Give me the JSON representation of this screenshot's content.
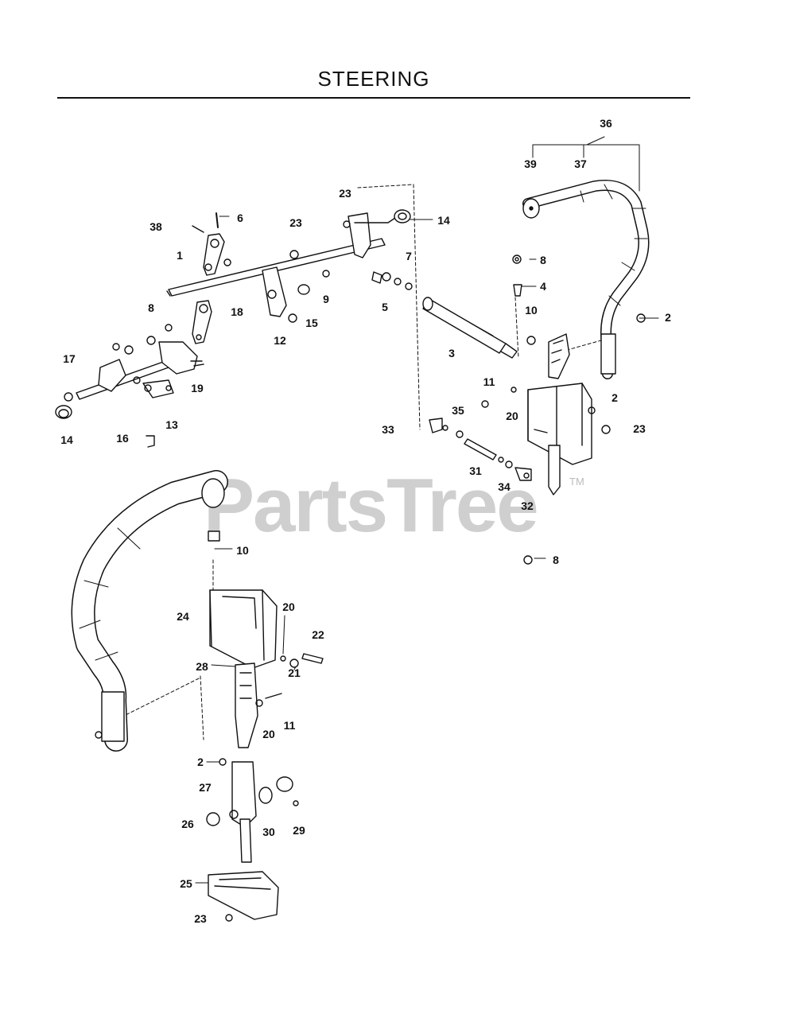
{
  "title": "STEERING",
  "watermark": {
    "text": "PartsTree",
    "tm": "TM"
  },
  "callouts": [
    "36",
    "39",
    "37",
    "23",
    "6",
    "38",
    "23",
    "14",
    "1",
    "7",
    "8",
    "4",
    "5",
    "18",
    "9",
    "15",
    "12",
    "3",
    "10",
    "2",
    "8",
    "17",
    "19",
    "13",
    "11",
    "20",
    "2",
    "35",
    "33",
    "23",
    "14",
    "16",
    "31",
    "34",
    "32",
    "8",
    "10",
    "24",
    "20",
    "22",
    "21",
    "28",
    "11",
    "20",
    "2",
    "27",
    "26",
    "30",
    "29",
    "25",
    "23"
  ]
}
